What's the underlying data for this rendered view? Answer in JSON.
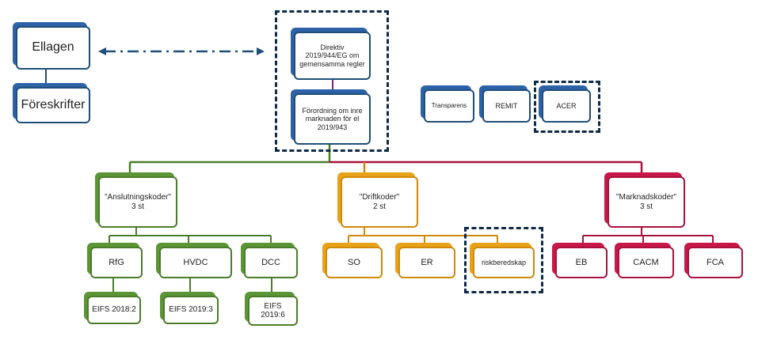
{
  "top": {
    "ellagen": "Ellagen",
    "foreskrifter": "Föreskrifter",
    "direktiv": "Direktiv 2019/944/EG om gemensamma regler",
    "forordning": "Förordning om inre marknaden för el 2019/943",
    "transparens": "Transparens",
    "remit": "REMIT",
    "acer": "ACER"
  },
  "groups": {
    "anslutning": {
      "title": "\"Anslutningskoder\"",
      "count": "3 st"
    },
    "drift": {
      "title": "\"Driftkoder\"",
      "count": "2 st"
    },
    "marknad": {
      "title": "\"Marknadskoder\"",
      "count": "3 st"
    }
  },
  "codes": {
    "rfg": "RfG",
    "hvdc": "HVDC",
    "dcc": "DCC",
    "so": "SO",
    "er": "ER",
    "risk": "riskberedskap",
    "eb": "EB",
    "cacm": "CACM",
    "fca": "FCA"
  },
  "eifs": {
    "rfg": "EIFS 2018:2",
    "hvdc": "EIFS 2019:3",
    "dcc": "EIFS 2019:6"
  },
  "colors": {
    "blue": "#1f4e79",
    "green": "#4a7d2a",
    "orange": "#d18a08",
    "red": "#a8123c"
  }
}
